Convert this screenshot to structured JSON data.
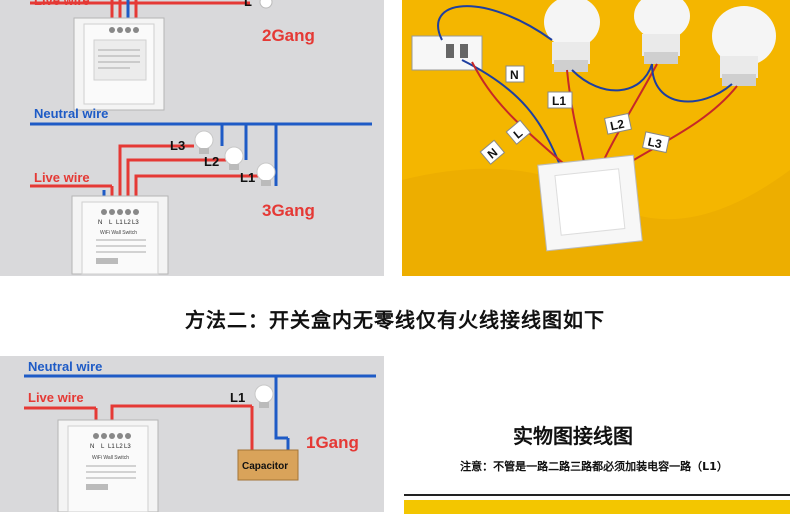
{
  "panel_top": {
    "upper": {
      "live": "Live wire",
      "L": "L",
      "gang": "2Gang"
    },
    "lower": {
      "neutral": "Neutral wire",
      "live": "Live wire",
      "L1": "L1",
      "L2": "L2",
      "L3": "L3",
      "gang": "3Gang"
    },
    "switch_terminals": [
      "N",
      "L",
      "L1",
      "L2",
      "L3"
    ],
    "switch_caption": "WiFi Wall Switch"
  },
  "photo": {
    "labels": [
      "N",
      "L1",
      "L2",
      "L3",
      "L",
      "N"
    ]
  },
  "heading": "方法二：开关盒内无零线仅有火线接线图如下",
  "panel_bottom": {
    "neutral": "Neutral wire",
    "live": "Live wire",
    "L1": "L1",
    "gang": "1Gang",
    "capacitor": "Capacitor",
    "switch_terminals": [
      "N",
      "L",
      "L1",
      "L2",
      "L3"
    ],
    "switch_caption": "WiFi Wall Switch"
  },
  "photo_caption": {
    "title": "实物图接线图",
    "note": "注意：不管是一路二路三路都必须加装电容一路（L1）"
  },
  "colors": {
    "live": "#e53935",
    "neutral": "#1e5bc6",
    "panel_bg": "#d9d9db",
    "cloth": "#f4b600",
    "capacitor": "#d9a35a"
  }
}
